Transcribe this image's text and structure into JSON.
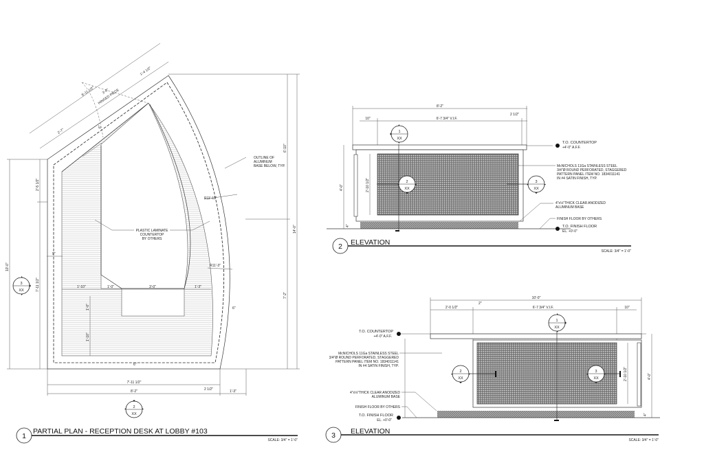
{
  "plan": {
    "title_number": "1",
    "title": "PARTIAL PLAN - RECEPTION DESK AT LOBBY #103",
    "scale": "SCALE: 3/4\" = 1'-0\"",
    "notes": {
      "outline": [
        "OUTLINE OF",
        "ALUMINUM",
        "BASE BELOW, TYP."
      ],
      "laminate": [
        "PLASTIC LAMINATE",
        "COUNTERTOP",
        "BY OTHERS"
      ],
      "hinged": [
        "3'-0\"",
        "HINGED PIECE"
      ]
    },
    "dims": {
      "d1": "6'-11 1/2\"",
      "d2": "1'-4 1/2\"",
      "d3": "2'-7\"",
      "d4": "6\"",
      "d5": "2'-5 1/2\"",
      "d6": "10'-0\"",
      "d7": "7'-11 1/2\"",
      "d8": "9\"",
      "d9": "6'-10\"",
      "d10": "14'-0\"",
      "d11": "7'-2\"",
      "r1": "R11'-11\"",
      "r2": "R11'-3\"",
      "d12": "1'-10\"",
      "d13": "1'-0\"",
      "d14": "3'-0\"",
      "d15": "1'-3\"",
      "d16": "1'-0\"",
      "d17": "1'-10\"",
      "d18": "6\"",
      "d19": "6\"",
      "b1": "7'-11 1/2\"",
      "b2": "8'-2\"",
      "b3": "2 1/2\"",
      "b4": "1'-3\""
    },
    "tags": [
      {
        "num": "3",
        "ref": "XX"
      },
      {
        "num": "2",
        "ref": "XX"
      }
    ]
  },
  "elev2": {
    "title_number": "2",
    "title": "ELEVATION",
    "scale": "SCALE: 3/4\" = 1'-0\"",
    "dims": {
      "overall": "8'-2\"",
      "left": "10\"",
      "vif": "6'-7 3/4\" V.I.F.",
      "right": "2 1/2\"",
      "height": "4'-0\"",
      "panel": "2'-10 1/2\"",
      "base": "4\""
    },
    "labels": {
      "countertop": "T.O. COUNTERTOP",
      "countertop_el": "+4'-0\" A.F.F.",
      "panel_note": [
        "McNICHOLS 11Ga STAINLESS STEEL",
        "3/4\"Ø ROUND PERFORATED, STAGGERED",
        "PATTERN PANEL ITEM NO. 1834011141",
        "IN #4 SATIN FINISH, TYP."
      ],
      "base_note": [
        "4\"x⅛\"THICK CLEAR ANODIZED",
        "ALUMINUM BASE"
      ],
      "floor_note": "FINISH FLOOR BY OTHERS",
      "finish_floor": "T.O. FINISH FLOOR",
      "finish_floor_el": "EL. +0'-0\""
    },
    "tags": [
      {
        "num": "1",
        "ref": "XX"
      },
      {
        "num": "2",
        "ref": "XX"
      },
      {
        "num": "3",
        "ref": "XX"
      }
    ]
  },
  "elev3": {
    "title_number": "3",
    "title": "ELEVATION",
    "scale": "SCALE: 3/4\" = 1'-0\"",
    "dims": {
      "overall": "10'-0\"",
      "left": "2'-0 1/2\"",
      "gap": "2\"",
      "vif": "6'-7 3/4\" V.I.F.",
      "right": "10\"",
      "height": "4'-0\"",
      "panel": "2'-10 1/2\"",
      "base": "4\""
    },
    "labels": {
      "countertop": "T.O. COUNTERTOP",
      "countertop_el": "+4'-0\" A.F.F.",
      "panel_note": [
        "McNICHOLS 11Ga STAINLESS STEEL",
        "3/4\"Ø ROUND PERFORATED, STAGGERED",
        "PATTERN PANEL ITEM NO. 1834011141",
        "IN #4 SATIN FINISH, TYP."
      ],
      "base_note": [
        "4\"x⅛\"THICK CLEAR ANODIZED",
        "ALUMINUM BASE"
      ],
      "floor_note": "FINISH FLOOR BY OTHERS",
      "finish_floor": "T.O. FINISH FLOOR",
      "finish_floor_el": "EL. +0'-0\""
    },
    "tags": [
      {
        "num": "1",
        "ref": "XX"
      },
      {
        "num": "2",
        "ref": "XX"
      },
      {
        "num": "3",
        "ref": "XX"
      }
    ]
  }
}
